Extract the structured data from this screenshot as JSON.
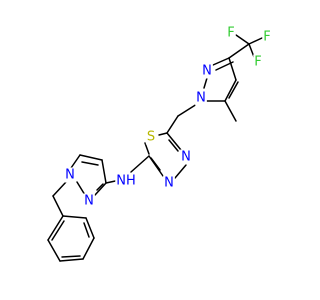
{
  "colors": {
    "bond": "#000000",
    "N": "#0000ff",
    "S": "#b8b800",
    "F": "#33cc33",
    "background": "#ffffff"
  },
  "atoms": {
    "f1": {
      "label": "F",
      "element": "F"
    },
    "f2": {
      "label": "F",
      "element": "F"
    },
    "f3": {
      "label": "F",
      "element": "F"
    },
    "n_pz2_a": {
      "label": "N",
      "element": "N"
    },
    "n_pz2_b": {
      "label": "N",
      "element": "N"
    },
    "s_thiadiazole": {
      "label": "S",
      "element": "S"
    },
    "n_td_a": {
      "label": "N",
      "element": "N"
    },
    "n_td_b": {
      "label": "N",
      "element": "N"
    },
    "nh_amine": {
      "label": "NH",
      "element": "N"
    },
    "n_pz1_a": {
      "label": "N",
      "element": "N"
    },
    "n_pz1_b": {
      "label": "N",
      "element": "N"
    }
  }
}
